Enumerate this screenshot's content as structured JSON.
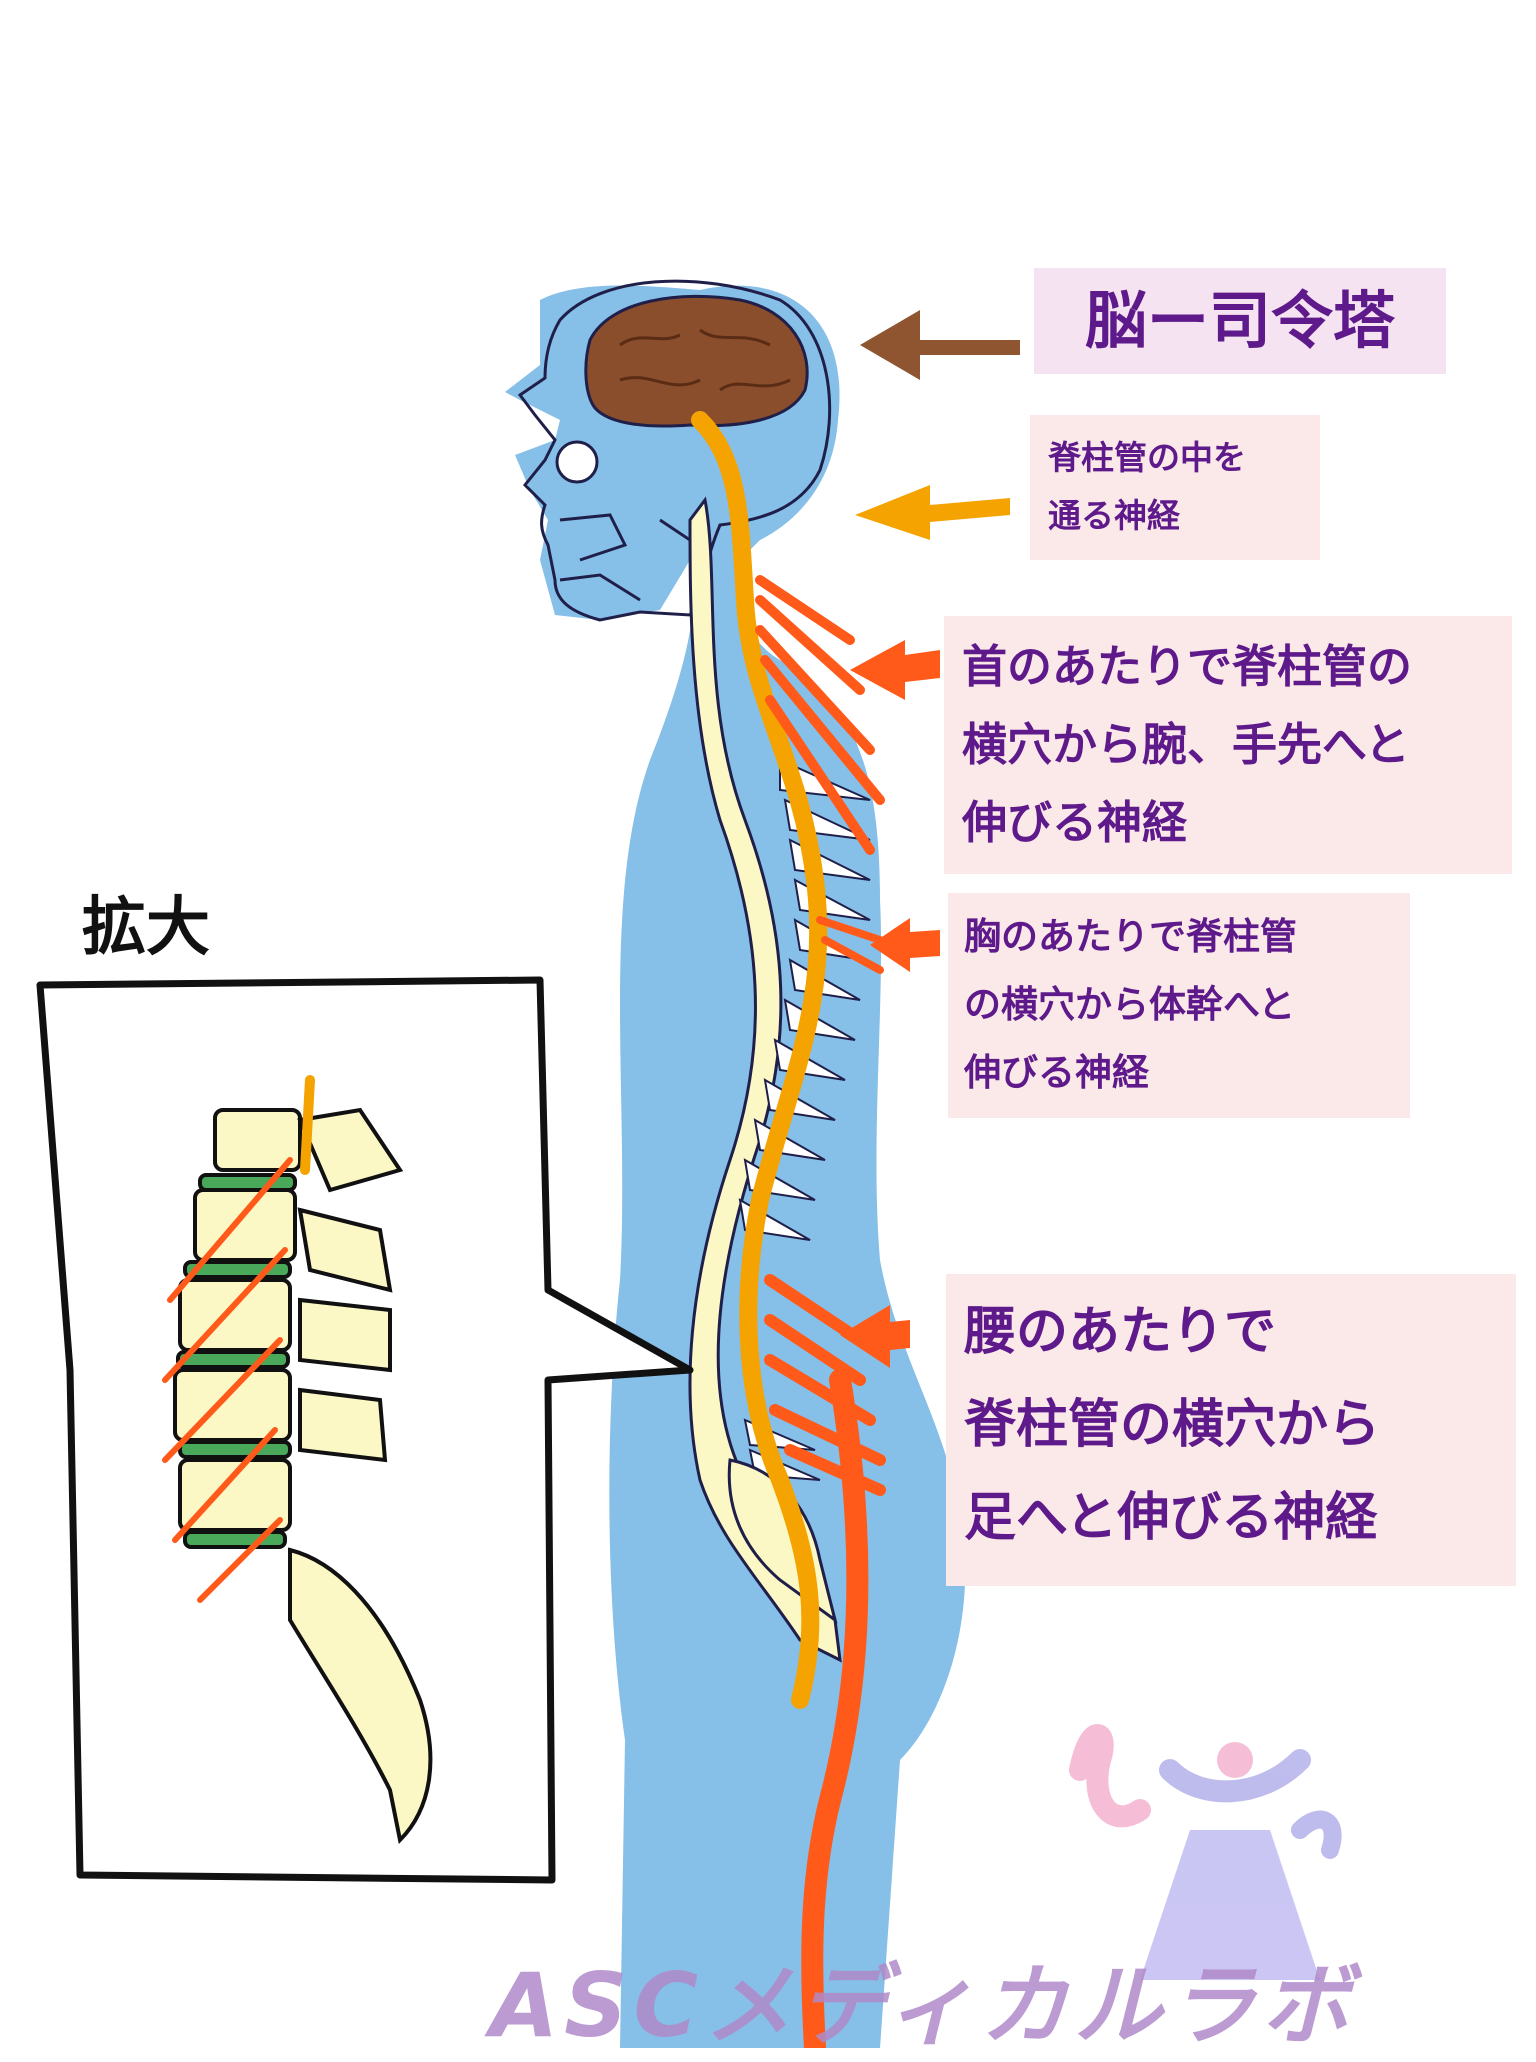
{
  "callouts": {
    "brain": "脳ー司令塔",
    "spinal_canal": [
      "脊柱管の中を",
      "通る神経"
    ],
    "neck": [
      "首のあたりで脊柱管の",
      "横穴から腕、手先へと",
      "伸びる神経"
    ],
    "chest": [
      "胸のあたりで脊柱管",
      "の横穴から体幹へと",
      "伸びる神経"
    ],
    "lumbar": [
      "腰のあたりで",
      "脊柱管の横穴から",
      "足へと伸びる神経"
    ]
  },
  "zoom_title": "拡大",
  "brand": "ASCメディカルラボ",
  "colors": {
    "body": "#86bfe8",
    "brain": "#8b4e2d",
    "brain_arrow": "#8e5530",
    "canal_nerve": "#f5a300",
    "peripheral_nerve": "#ff5a1a",
    "spine": "#fbf8c6",
    "disc": "#4aa85a",
    "label_text": "#5e1a8a",
    "brain_label_bg": "#f6e3f2",
    "label_bg": "#fbe9e9",
    "brand": "#b08ac9"
  },
  "icons": [
    "brain-icon",
    "skull-icon",
    "spine-icon",
    "arrow-left-icon",
    "logo-icon"
  ]
}
